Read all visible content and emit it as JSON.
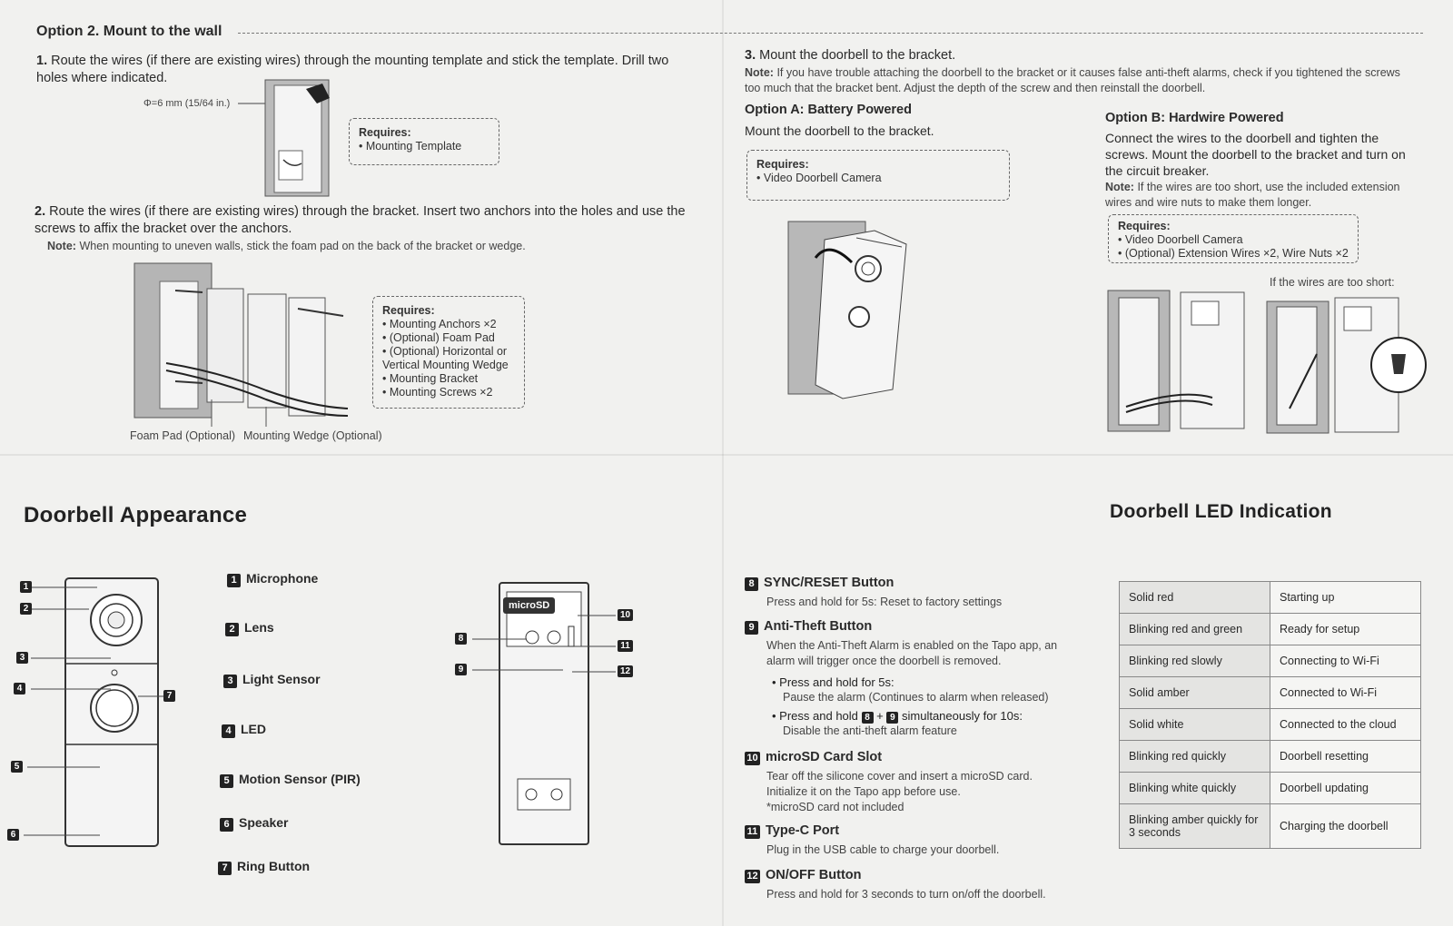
{
  "wall": {
    "title": "Option 2. Mount to the wall",
    "step1": {
      "num": "1.",
      "text": "Route the wires (if there are existing wires) through the mounting template and stick the template. Drill two holes where indicated."
    },
    "drill_label": "Φ=6 mm (15/64 in.)",
    "req1": {
      "title": "Requires:",
      "items": [
        "• Mounting Template"
      ]
    },
    "step2": {
      "num": "2.",
      "text": "Route the wires (if there are existing wires) through the bracket. Insert two anchors into the holes and use the screws to affix the bracket over the anchors."
    },
    "step2_note": {
      "label": "Note:",
      "text": "When mounting to uneven walls, stick the foam pad on the back of the bracket or wedge."
    },
    "req2": {
      "title": "Requires:",
      "items": [
        "• Mounting Anchors ×2",
        "• (Optional) Foam Pad",
        "• (Optional) Horizontal or Vertical Mounting Wedge",
        "• Mounting Bracket",
        "• Mounting Screws ×2"
      ]
    },
    "foam_label": "Foam Pad (Optional)",
    "wedge_label": "Mounting Wedge (Optional)"
  },
  "step3": {
    "num": "3.",
    "text": "Mount the doorbell to the bracket.",
    "note_label": "Note:",
    "note": "If you have trouble attaching the doorbell to the bracket or it causes false anti-theft alarms, check if you tightened the screws too much that the bracket bent. Adjust the depth of the screw and then reinstall the doorbell.",
    "optA": {
      "title": "Option A: Battery Powered",
      "text": "Mount the doorbell to the bracket.",
      "req_title": "Requires:",
      "req_items": [
        "• Video Doorbell Camera"
      ]
    },
    "optB": {
      "title": "Option B: Hardwire Powered",
      "text": "Connect the wires to the doorbell and tighten the screws. Mount the doorbell to the bracket and turn on the circuit breaker.",
      "note_label": "Note:",
      "note": "If the wires are too short, use the included extension wires and wire nuts to make them longer.",
      "req_title": "Requires:",
      "req_items": [
        "• Video Doorbell Camera",
        "• (Optional) Extension Wires ×2, Wire Nuts ×2"
      ],
      "short_label": "If the wires are too short:"
    }
  },
  "appearance": {
    "title": "Doorbell Appearance",
    "callouts": [
      "1",
      "2",
      "3",
      "4",
      "5",
      "6",
      "7"
    ],
    "parts": [
      {
        "n": "1",
        "label": "Microphone"
      },
      {
        "n": "2",
        "label": "Lens"
      },
      {
        "n": "3",
        "label": "Light Sensor"
      },
      {
        "n": "4",
        "label": "LED"
      },
      {
        "n": "5",
        "label": "Motion Sensor (PIR)"
      },
      {
        "n": "6",
        "label": "Speaker"
      },
      {
        "n": "7",
        "label": "Ring Button"
      }
    ],
    "back_callouts": [
      "8",
      "9",
      "10",
      "11",
      "12"
    ],
    "microsd_label": "microSD"
  },
  "back_parts": {
    "p8": {
      "n": "8",
      "title": "SYNC/RESET Button",
      "desc": "Press and hold for 5s: Reset to factory settings"
    },
    "p9": {
      "n": "9",
      "title": "Anti-Theft Button",
      "desc": "When the Anti-Theft Alarm is enabled on the Tapo app, an alarm will trigger once the doorbell is removed.",
      "b1": "Press and hold for 5s:",
      "b1d": "Pause the alarm (Continues to alarm when released)",
      "b2a": "Press and hold",
      "b2plus": "+",
      "b2b": "simultaneously for 10s:",
      "b2d": "Disable the anti-theft alarm feature"
    },
    "p10": {
      "n": "10",
      "title": "microSD Card Slot",
      "desc": "Tear off the silicone cover and insert a microSD card. Initialize it on the Tapo app before use.",
      "desc2": "*microSD card not included"
    },
    "p11": {
      "n": "11",
      "title": "Type-C Port",
      "desc": "Plug in the USB cable to charge your doorbell."
    },
    "p12": {
      "n": "12",
      "title": "ON/OFF Button",
      "desc": "Press and hold for 3 seconds to turn on/off the doorbell."
    }
  },
  "led": {
    "title": "Doorbell LED Indication",
    "rows": [
      {
        "state": "Solid red",
        "meaning": "Starting up"
      },
      {
        "state": "Blinking red and green",
        "meaning": "Ready for setup"
      },
      {
        "state": "Blinking red slowly",
        "meaning": "Connecting to Wi-Fi"
      },
      {
        "state": "Solid amber",
        "meaning": "Connected to Wi-Fi"
      },
      {
        "state": "Solid white",
        "meaning": "Connected to the cloud"
      },
      {
        "state": "Blinking red quickly",
        "meaning": "Doorbell resetting"
      },
      {
        "state": "Blinking white quickly",
        "meaning": "Doorbell updating"
      },
      {
        "state": "Blinking amber quickly for 3 seconds",
        "meaning": "Charging the doorbell"
      }
    ]
  }
}
